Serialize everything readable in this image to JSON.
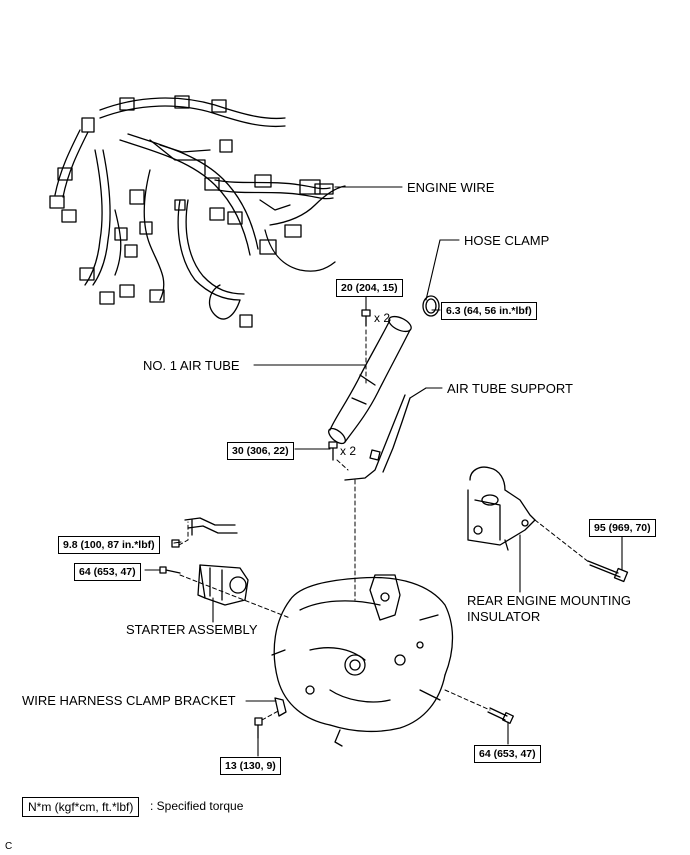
{
  "labels": {
    "engine_wire": "ENGINE WIRE",
    "hose_clamp": "HOSE CLAMP",
    "no1_air_tube": "NO. 1 AIR TUBE",
    "air_tube_support": "AIR TUBE SUPPORT",
    "rear_engine_mounting_insulator_line1": "REAR ENGINE MOUNTING",
    "rear_engine_mounting_insulator_line2": "INSULATOR",
    "starter_assembly": "STARTER ASSEMBLY",
    "wire_harness_clamp_bracket": "WIRE HARNESS CLAMP BRACKET"
  },
  "torques": {
    "hose_clamp": "6.3 (64, 56 in.*lbf)",
    "air_tube_upper_bolt": "20 (204, 15)",
    "air_tube_support_bolt": "30 (306, 22)",
    "rear_mount_bolt": "95 (969, 70)",
    "starter_nut": "9.8 (100, 87 in.*lbf)",
    "starter_bolt": "64 (653, 47)",
    "clamp_bracket_bolt": "13 (130, 9)",
    "transaxle_bolt": "64 (653, 47)"
  },
  "multipliers": {
    "upper": "x 2",
    "lower": "x 2"
  },
  "legend": {
    "unit": "N*m (kgf*cm, ft.*lbf)",
    "description": ": Specified torque"
  },
  "corner_code": "C"
}
